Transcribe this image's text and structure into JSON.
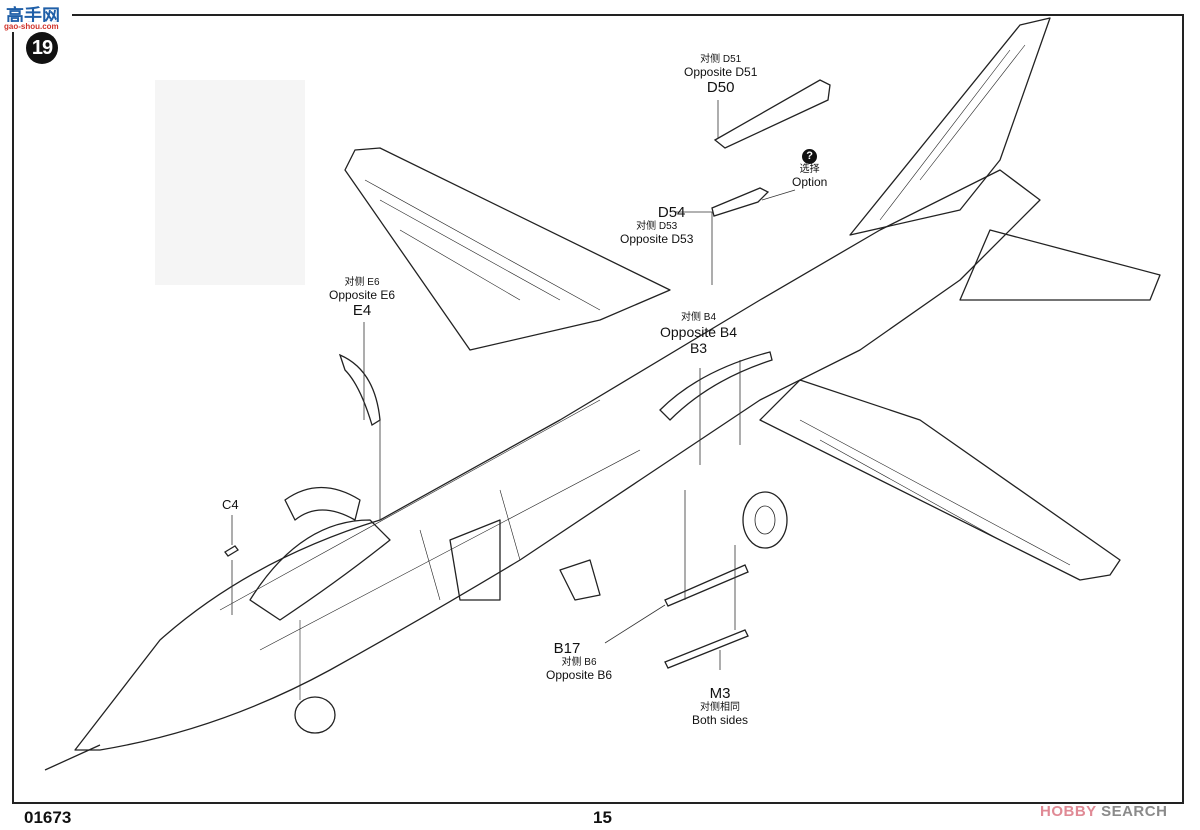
{
  "page": {
    "step_number": "19",
    "catalog_number": "01673",
    "page_number": "15"
  },
  "watermarks": {
    "top_left_cn": "高手网",
    "top_left_url": "gao-shou.com",
    "bottom_right_a": "HOBBY",
    "bottom_right_b": "SEARCH"
  },
  "callouts": [
    {
      "id": "d50",
      "cn": "对侧 D51",
      "en": "Opposite  D51",
      "part": "D50"
    },
    {
      "id": "option",
      "icon": "question-icon",
      "icon_glyph": "?",
      "cn": "选择",
      "en": "Option"
    },
    {
      "id": "d54",
      "part": "D54",
      "cn": "对侧 D53",
      "en": "Opposite  D53"
    },
    {
      "id": "e4",
      "cn": "对侧 E6",
      "en": "Opposite  E6",
      "part": "E4"
    },
    {
      "id": "b3",
      "cn": "对侧 B4",
      "en": "Opposite  B4",
      "part": "B3"
    },
    {
      "id": "c4",
      "part": "C4"
    },
    {
      "id": "b17",
      "part": "B17",
      "cn": "对侧 B6",
      "en": "Opposite  B6"
    },
    {
      "id": "m3",
      "part": "M3",
      "cn": "对侧相同",
      "en": "Both sides"
    }
  ]
}
